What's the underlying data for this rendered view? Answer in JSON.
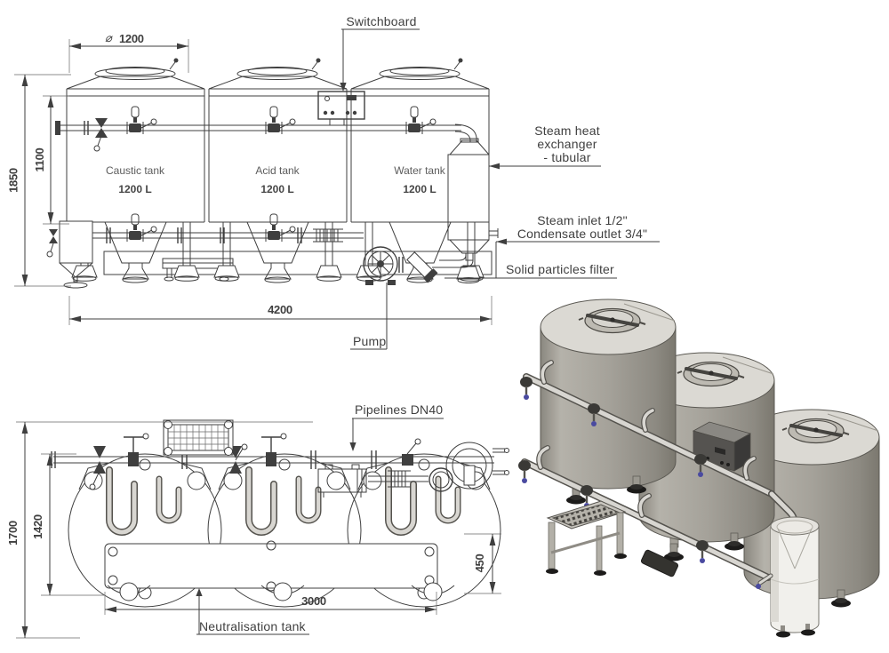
{
  "drawing": {
    "front_view": {
      "tanks": [
        {
          "name": "Caustic tank",
          "volume": "1200 L"
        },
        {
          "name": "Acid tank",
          "volume": "1200 L"
        },
        {
          "name": "Water tank",
          "volume": "1200 L"
        }
      ],
      "dims": {
        "diameter_symbol": "⌀",
        "diameter": "1200",
        "overall_height": "1850",
        "shell_height": "1100",
        "overall_length": "4200"
      },
      "labels": {
        "switchboard": "Switchboard",
        "heat_exchanger_l1": "Steam heat",
        "heat_exchanger_l2": "exchanger",
        "heat_exchanger_l3": "- tubular",
        "steam_inlet": "Steam inlet 1/2\"",
        "condensate_outlet": "Condensate outlet 3/4\"",
        "solid_particles_filter": "Solid particles filter",
        "pump": "Pump"
      }
    },
    "plan_view": {
      "dims": {
        "overall_depth": "1700",
        "tank_depth": "1420",
        "tank_length": "3000",
        "rear_offset": "450"
      },
      "labels": {
        "pipelines": "Pipelines DN40",
        "neutralisation_tank": "Neutralisation tank"
      }
    },
    "colors": {
      "line": "#3f3f3f",
      "tank_body": "#a5a29a",
      "tank_top": "#dbd9d3",
      "accent_blue": "#4a4aa0",
      "background": "#ffffff"
    }
  }
}
